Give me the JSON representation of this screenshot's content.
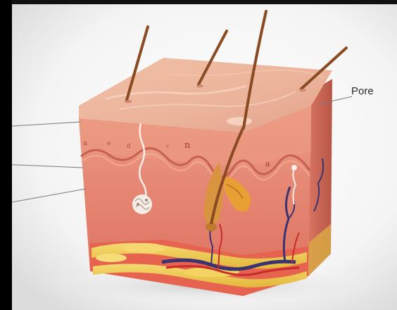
{
  "labels": {
    "pore": "Pore"
  },
  "colors": {
    "background": "#ffffff",
    "frame": "#000000",
    "epidermis_top": "#ebb39a",
    "epidermis_front": "#e8907a",
    "dermis": "#e58673",
    "hypodermis_fat": "#f0cf55",
    "blood_vessel_vein": "#3b3370",
    "blood_vessel_artery": "#c92b2b",
    "hair": "#8a4a22",
    "hair_follicle": "#d9943f",
    "sebaceous_gland": "#e8a035",
    "leader_line": "#7a7a7a"
  },
  "icons": [
    "skin-cross-section-illustration",
    "hair-strand",
    "sweat-gland",
    "nerve-ending"
  ]
}
